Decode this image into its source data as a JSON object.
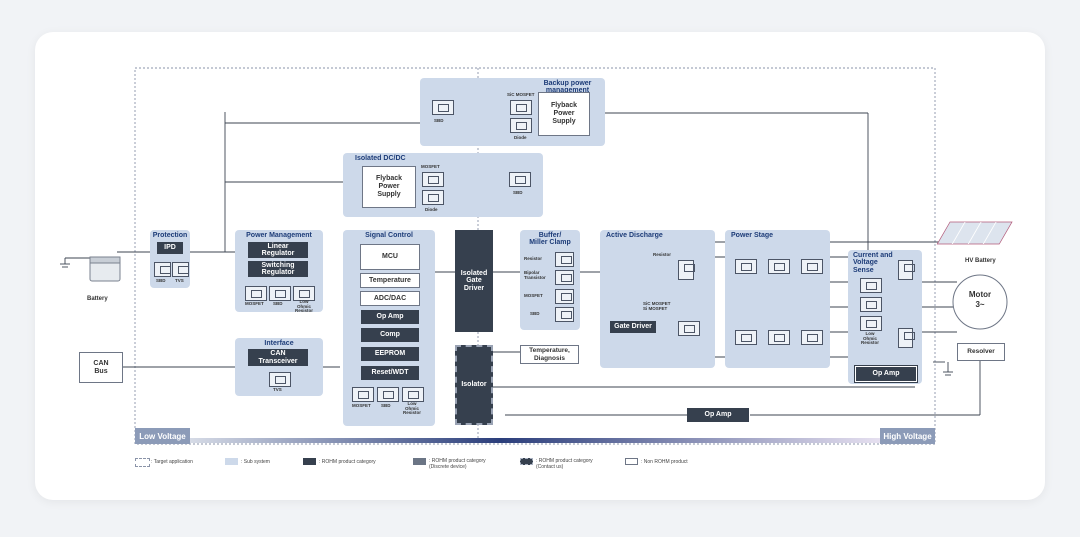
{
  "zones": {
    "low_voltage": "Low Voltage",
    "high_voltage": "High Voltage"
  },
  "backup": {
    "title": "Backup power management",
    "sic": "SiC MOSFET",
    "flyback": "Flyback\nPower\nSupply",
    "sbd": "SBD",
    "diode": "Diode"
  },
  "iso_dcdc": {
    "title": "Isolated DC/DC",
    "mosfet": "MOSFET",
    "flyback": "Flyback\nPower\nSupply",
    "diode": "Diode",
    "sbd": "SBD"
  },
  "protection": {
    "title": "Protection",
    "ipd": "IPD",
    "sbd": "SBD",
    "tvs": "TVS"
  },
  "battery": "Battery",
  "power_mgmt": {
    "title": "Power Management",
    "linear": "Linear\nRegulator",
    "switching": "Switching\nRegulator",
    "mosfet": "MOSFET",
    "sbd": "SBD",
    "low_ohmic": "Low\nOhmic\nResistor"
  },
  "interface": {
    "title": "Interface",
    "can": "CAN\nTransceiver",
    "tvs": "TVS"
  },
  "can_bus": "CAN\nBus",
  "signal": {
    "title": "Signal Control",
    "mcu": "MCU",
    "temperature": "Temperature",
    "adc": "ADC/DAC",
    "opamp": "Op Amp",
    "comp": "Comp",
    "eeprom": "EEPROM",
    "reset": "Reset/WDT",
    "mosfet": "MOSFET",
    "sbd": "SBD",
    "low_ohmic": "Low\nOhmic\nResistor"
  },
  "gate_driver": "Isolated\nGate\nDriver",
  "isolator": "Isolator",
  "temp_diag": "Temperature,\nDiagnosis",
  "buffer": {
    "title": "Buffer/\nMiller Clamp",
    "resistor": "Resistor",
    "bipolar": "Bipolar\nTransistor",
    "mosfet": "MOSFET",
    "sbd": "SBD"
  },
  "active_discharge": {
    "title": "Active Discharge",
    "resistor": "Resistor",
    "sic": "SiC MOSFET\nSi MOSFET",
    "gate": "Gate Driver"
  },
  "power_stage": {
    "title": "Power Stage"
  },
  "sense": {
    "title": "Current and\nVoltage\nSense",
    "low_ohmic": "Low\nOhmic\nResistor",
    "opamp": "Op Amp"
  },
  "hv_battery": "HV Battery",
  "motor": "Motor\n3~",
  "resolver": "Resolver",
  "opamp_bottom": "Op Amp",
  "legend": {
    "target": ": Target application",
    "subsystem": ": Sub system",
    "rohm": ": ROHM product category",
    "discrete": ": ROHM product category\n(Discrete device)",
    "contact": ": ROHM product category\n(Contact us)",
    "non_rohm": ": Non ROHM product"
  }
}
